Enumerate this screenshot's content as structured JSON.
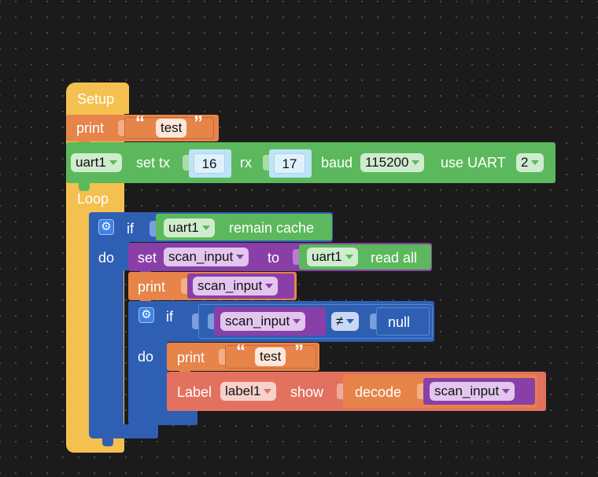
{
  "setup": {
    "label": "Setup",
    "print1": {
      "label": "print",
      "quote_open": "“",
      "quote_close": "”",
      "text": "test"
    },
    "uart": {
      "device": "uart1",
      "set_tx": "set tx",
      "tx_value": "16",
      "rx_label": "rx",
      "rx_value": "17",
      "baud_label": "baud",
      "baud_value": "115200",
      "use_uart": "use UART",
      "uart_number": "2"
    }
  },
  "loop": {
    "label": "Loop",
    "if1": {
      "if_label": "if",
      "device": "uart1",
      "remain_cache": "remain cache",
      "do_label": "do",
      "set": {
        "set_label": "set",
        "var": "scan_input",
        "to_label": "to",
        "device": "uart1",
        "read_all": "read all"
      },
      "print2": {
        "label": "print",
        "var": "scan_input"
      },
      "if2": {
        "if_label": "if",
        "var": "scan_input",
        "operator": "≠",
        "null_label": "null",
        "do_label": "do",
        "print3": {
          "label": "print",
          "quote_open": "“",
          "quote_close": "”",
          "text": "test"
        },
        "label_show": {
          "label": "Label",
          "target": "label1",
          "show": "show",
          "decode": "decode",
          "var": "scan_input"
        }
      }
    }
  },
  "colors": {
    "setup_loop": "#f4c04f",
    "print": "#e6844a",
    "uart": "#5cb85c",
    "control": "#2f5fb3",
    "variable": "#8a3fa8",
    "label": "#e2725f"
  }
}
